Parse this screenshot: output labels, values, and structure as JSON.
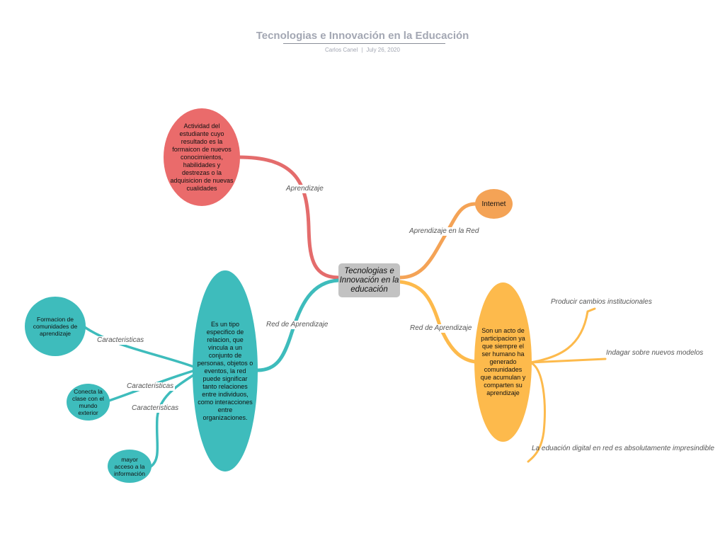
{
  "header": {
    "title": "Tecnologias e Innovación en la Educación",
    "author": "Carlos Canel",
    "separator": "|",
    "date": "July 26, 2020"
  },
  "central": {
    "text": "Tecnologias e Innovación en la educación",
    "color": "#c2c2c2"
  },
  "branches": {
    "aprendizaje": {
      "label": "Aprendizaje",
      "color": "#e46c6c",
      "node": "Actividad del estudiante cuyo resultado es la formaicon de nuevos conocimientos, habilidades y destrezas o la adquisicion de nuevas cualidades"
    },
    "red_aprendizaje_left": {
      "label": "Red de Aprendizaje",
      "color": "#3ebcbc",
      "node": "Es un tipo especifico de relacion, que vincula a un conjunto de personas, objetos o eventos, la red puede significar tanto relaciones entre individuos, como interacciones entre organizaciones.",
      "children": [
        {
          "label": "Caracteristicas",
          "node": "Formacion de comunidades de aprendizaje"
        },
        {
          "label": "Caracteristicas",
          "node": "Conecta la clase con el mundo exterior"
        },
        {
          "label": "Caracteristicas",
          "node": "mayor acceso a la información"
        }
      ]
    },
    "aprendizaje_red": {
      "label": "Aprendizaje en la Red",
      "color": "#f4a356",
      "node": "Internet"
    },
    "red_aprendizaje_right": {
      "label": "Red de Aprendizaje",
      "color": "#fdba4c",
      "node": "Son un acto de participacion ya que siempre el ser humano ha generado comunidades que acumulan y comparten su aprendizaje",
      "leaves": [
        "Producir cambios institucionales",
        "Indagar sobre nuevos modelos",
        "La eduación digital en red es absolutamente impresindible"
      ]
    }
  }
}
